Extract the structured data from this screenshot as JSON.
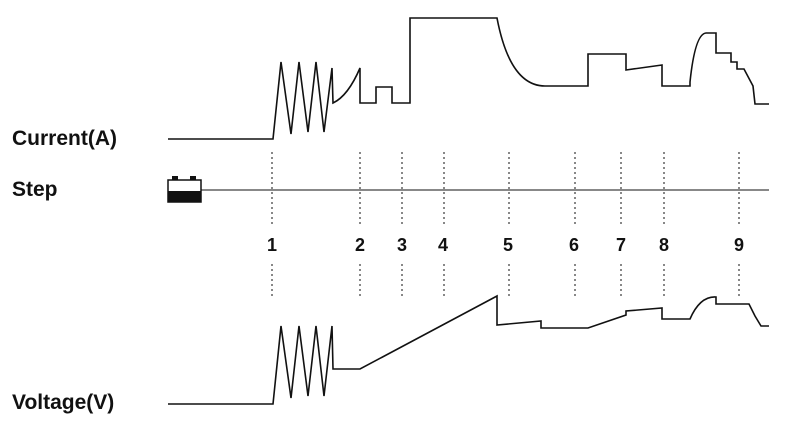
{
  "labels": {
    "current": "Current(A)",
    "step": "Step",
    "voltage": "Voltage(V)"
  },
  "steps": [
    "1",
    "2",
    "3",
    "4",
    "5",
    "6",
    "7",
    "8",
    "9"
  ],
  "icons": {
    "battery": "battery-icon"
  },
  "colors": {
    "line": "#111111",
    "background": "#ffffff"
  }
}
